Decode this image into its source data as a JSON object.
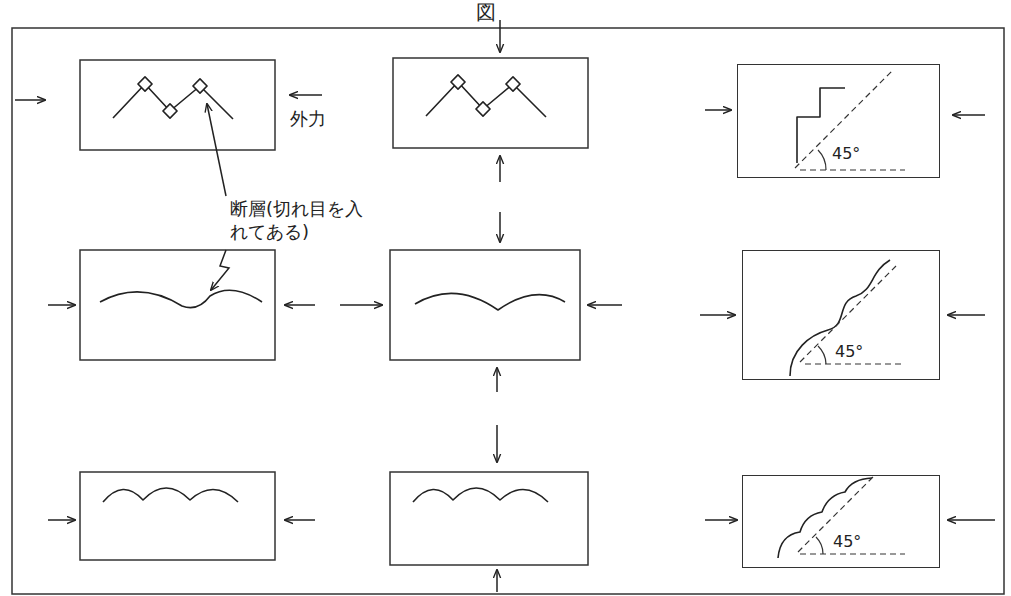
{
  "diagram": {
    "title": "図",
    "nodes": [
      {
        "text": [
          "45°"
        ]
      },
      {
        "text": [
          "45°"
        ]
      },
      {
        "text": [
          "45°"
        ]
      }
    ],
    "labels": [
      "外力",
      "断層(切れ目を入れてある)"
    ]
  }
}
